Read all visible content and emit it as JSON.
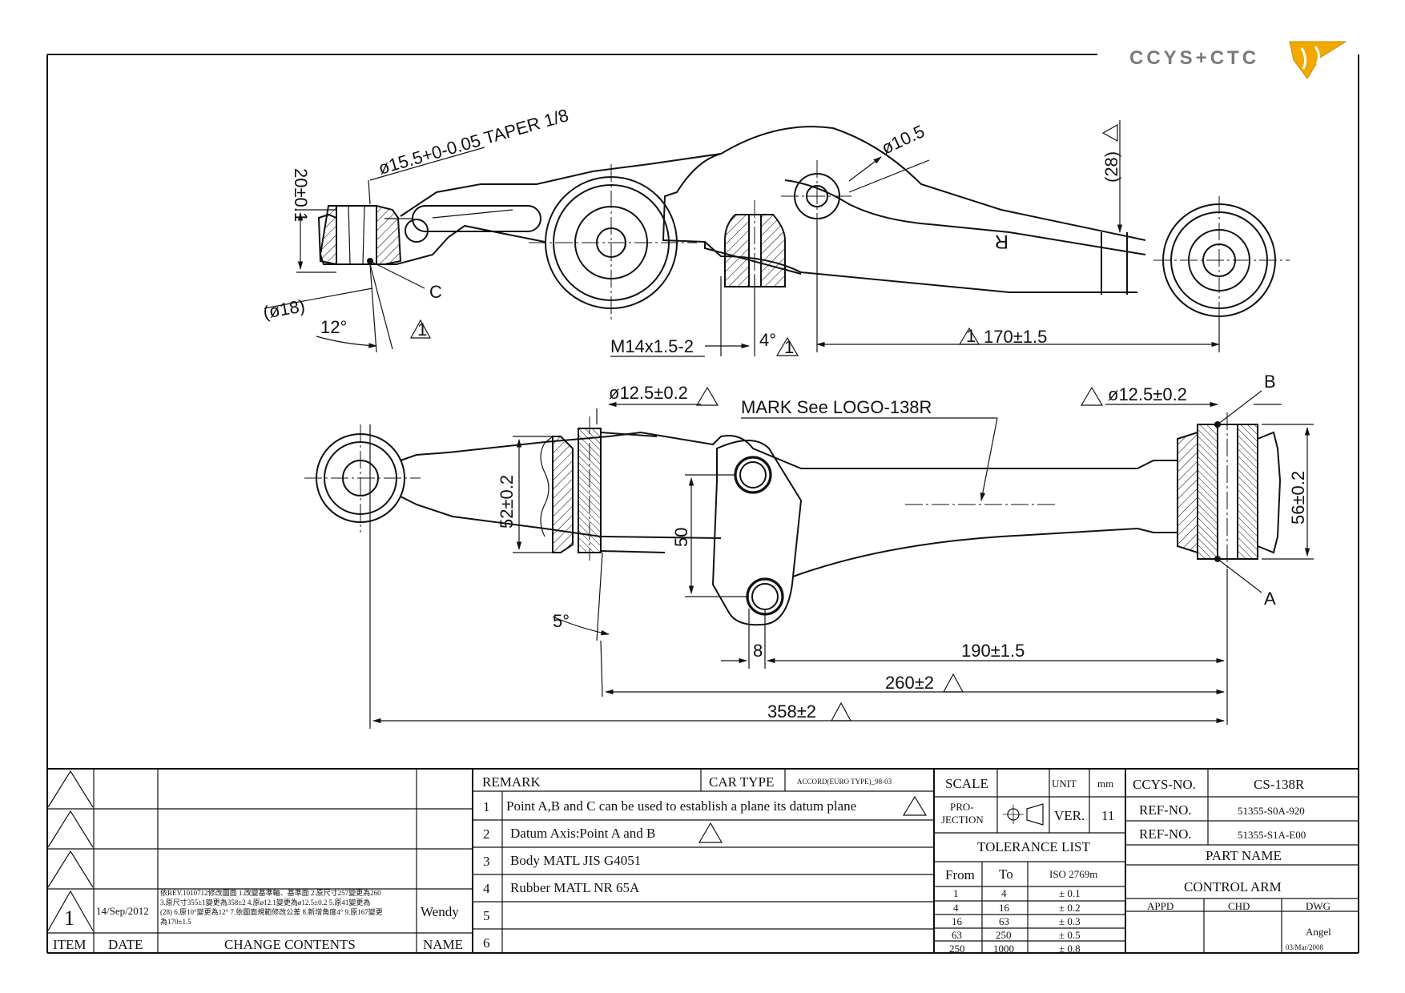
{
  "logo": {
    "text": "CCYS+CTC"
  },
  "views": {
    "top": {
      "taper": "ø15.5+0-0.05 TAPER 1/8",
      "height": "20±0.1",
      "dia18": "(ø18)",
      "point_c": "C",
      "angle12": "12°",
      "dia105": "ø10.5",
      "dim28": "(28)",
      "side_mark": "R",
      "thread": "M14x1.5-2",
      "angle4": "4°",
      "dim170": "170±1.5"
    },
    "front": {
      "dia125_left": "ø12.5±0.2",
      "mark_note": "MARK See LOGO-138R",
      "dia125_right": "ø12.5±0.2",
      "point_b": "B",
      "point_a": "A",
      "height52": "52±0.2",
      "height56": "56±0.2",
      "dim50": "50",
      "angle5": "5°",
      "dim8": "8",
      "dim190": "190±1.5",
      "dim260": "260±2",
      "dim358": "358±2"
    }
  },
  "revisions": {
    "rev_no": "1",
    "date": "14/Sep/2012",
    "change_text_1": "依REV.1010712修改圖面 1.改變基準軸、基準面 2.原尺寸257變更為260",
    "change_text_2": "3.原尺寸355±1變更為358±2 4.原ø12.1變更為ø12.5±0.2 5.原41變更為",
    "change_text_3": "(28) 6.原10°變更為12° 7.依圖面規範修改公差 8.新增角度4° 9.原167變更",
    "change_text_4": "為170±1.5",
    "name": "Wendy",
    "headers": {
      "item": "ITEM",
      "date": "DATE",
      "change": "CHANGE CONTENTS",
      "name": "NAME"
    }
  },
  "remarks": {
    "title": "REMARK",
    "car_type_label": "CAR TYPE",
    "car_type_value": "ACCORD(EURO TYPE)_98-03",
    "rows": [
      {
        "no": "1",
        "text": "Point A,B and C can be used to establish a plane its datum plane"
      },
      {
        "no": "2",
        "text": "Datum Axis:Point A and B"
      },
      {
        "no": "3",
        "text": "Body MATL JIS G4051"
      },
      {
        "no": "4",
        "text": "Rubber MATL NR 65A"
      },
      {
        "no": "5",
        "text": ""
      },
      {
        "no": "6",
        "text": ""
      }
    ]
  },
  "spec": {
    "scale_label": "SCALE",
    "unit_label": "UNIT",
    "unit_value": "mm",
    "projection_label_1": "PRO-",
    "projection_label_2": "JECTION",
    "ver_label": "VER.",
    "ver_value": "11",
    "tolerance_title": "TOLERANCE LIST",
    "tolerance_headers": {
      "from": "From",
      "to": "To",
      "iso": "ISO 2769m"
    },
    "tolerance_rows": [
      {
        "from": "1",
        "to": "4",
        "tol": "± 0.1"
      },
      {
        "from": "4",
        "to": "16",
        "tol": "± 0.2"
      },
      {
        "from": "16",
        "to": "63",
        "tol": "± 0.3"
      },
      {
        "from": "63",
        "to": "250",
        "tol": "± 0.5"
      },
      {
        "from": "250",
        "to": "1000",
        "tol": "± 0.8"
      }
    ]
  },
  "part": {
    "ccys_no_label": "CCYS-NO.",
    "ccys_no_value": "CS-138R",
    "ref_no_label_1": "REF-NO.",
    "ref_no_value_1": "51355-S0A-920",
    "ref_no_label_2": "REF-NO.",
    "ref_no_value_2": "51355-S1A-E00",
    "part_name_label": "PART NAME",
    "part_name_value": "CONTROL ARM",
    "appd_label": "APPD",
    "chd_label": "CHD",
    "dwg_label": "DWG",
    "drawn_by": "Angel",
    "drawn_date": "03/Mar/2008"
  }
}
